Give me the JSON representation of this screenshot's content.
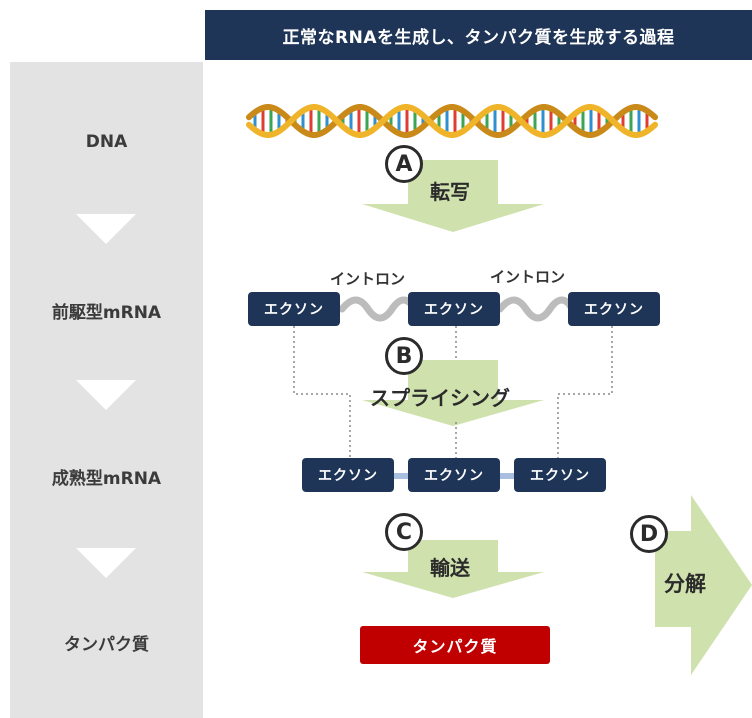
{
  "header": {
    "title": "正常なRNAを生成し、タンパク質を生成する過程"
  },
  "stages": [
    {
      "label": "DNA"
    },
    {
      "label": "前駆型mRNA"
    },
    {
      "label": "成熟型mRNA"
    },
    {
      "label": "タンパク質"
    }
  ],
  "steps": {
    "a": {
      "letter": "A",
      "label": "転写"
    },
    "b": {
      "letter": "B",
      "label": "スプライシング"
    },
    "c": {
      "letter": "C",
      "label": "輸送"
    },
    "d": {
      "letter": "D",
      "label": "分解"
    }
  },
  "pre_mrna": {
    "exons": [
      "エクソン",
      "エクソン",
      "エクソン"
    ],
    "introns": [
      "イントロン",
      "イントロン"
    ]
  },
  "mature_mrna": {
    "exons": [
      "エクソン",
      "エクソン",
      "エクソン"
    ]
  },
  "protein": {
    "label": "タンパク質"
  },
  "colors": {
    "header_bg": "#1f3557",
    "exon_bg": "#1f3557",
    "sidebar_bg": "#e3e3e3",
    "arrow_green": "#cfe1ad",
    "protein_bg": "#c00000",
    "intron_gray": "#bcbcbc",
    "mature_link": "#a9bfe0"
  }
}
